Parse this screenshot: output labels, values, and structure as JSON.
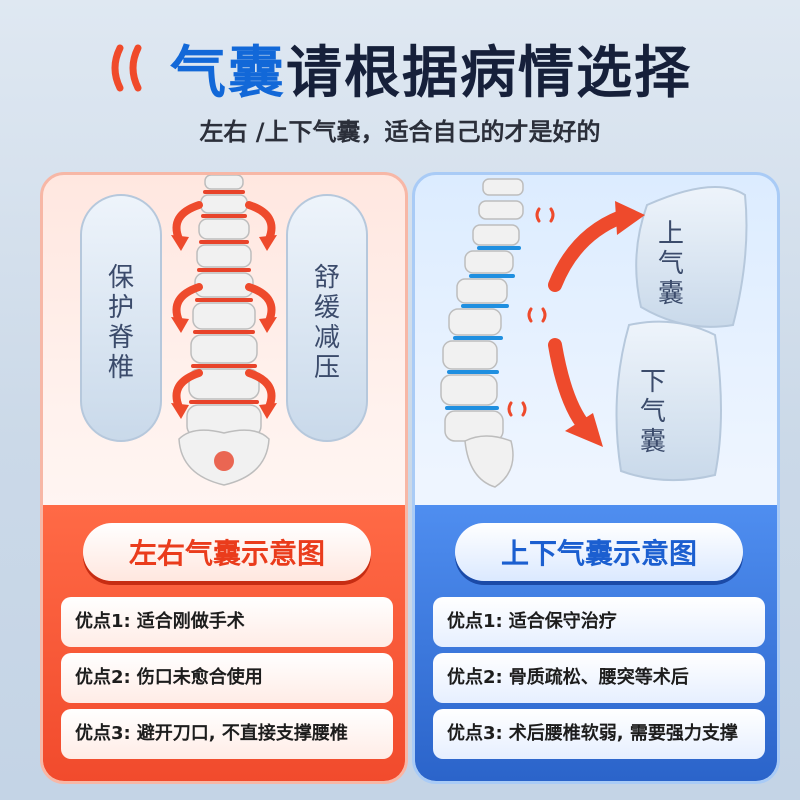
{
  "header": {
    "title_accent": "气囊",
    "title_rest": "请根据病情选择",
    "subtitle": "左右 /上下气囊，适合自己的才是好的"
  },
  "left_card": {
    "label_left": "保护脊椎",
    "label_right": "舒缓减压",
    "pill": "左右气囊示意图",
    "advantages": [
      {
        "prefix": "优点1:",
        "text": "适合刚做手术"
      },
      {
        "prefix": "优点2:",
        "text": "伤口未愈合使用"
      },
      {
        "prefix": "优点3:",
        "text": "避开刀口, 不直接支撑腰椎"
      }
    ]
  },
  "right_card": {
    "label_upper": "上气囊",
    "label_lower": "下气囊",
    "pill": "上下气囊示意图",
    "advantages": [
      {
        "prefix": "优点1:",
        "text": "适合保守治疗"
      },
      {
        "prefix": "优点2:",
        "text": "骨质疏松、腰突等术后"
      },
      {
        "prefix": "优点3:",
        "text": "术后腰椎软弱, 需要强力支撑"
      }
    ]
  },
  "colors": {
    "accent_blue": "#1268d8",
    "accent_red": "#f14a2c"
  }
}
